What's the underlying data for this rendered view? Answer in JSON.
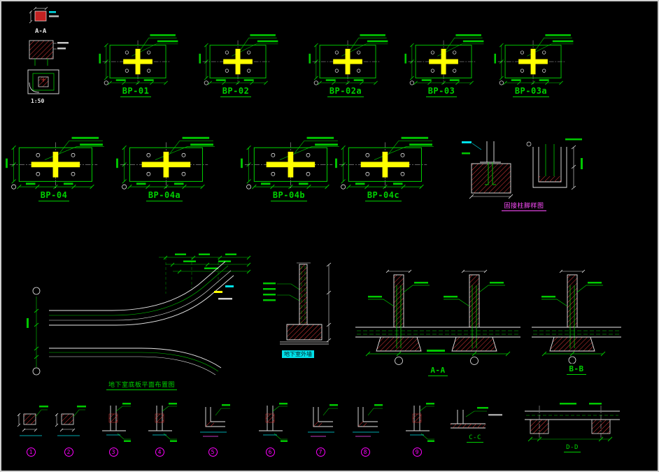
{
  "colors": {
    "background": "#000000",
    "line_green": "#00c800",
    "line_white": "#e8e8e8",
    "steel_yellow": "#ffff00",
    "hatch_red": "#e23a3a",
    "highlight_cyan": "#00e0e8",
    "annotation_magenta": "#ff4dff"
  },
  "legend": {
    "section_label": "A-A",
    "scale_label": "1:50"
  },
  "base_plates_row1": [
    {
      "label": "BP-01"
    },
    {
      "label": "BP-02"
    },
    {
      "label": "BP-02a"
    },
    {
      "label": "BP-03"
    },
    {
      "label": "BP-03a"
    }
  ],
  "base_plates_row2": [
    {
      "label": "BP-04"
    },
    {
      "label": "BP-04a"
    },
    {
      "label": "BP-04b"
    },
    {
      "label": "BP-04c"
    }
  ],
  "anchor_detail": {
    "label": "固接柱脚样图"
  },
  "basement_plan": {
    "label": "地下室底板平面布置图"
  },
  "wall_detail": {
    "label": "地下室外墙"
  },
  "sections": {
    "aa": "A-A",
    "bb": "B-B",
    "cc": "C-C",
    "dd": "D-D"
  },
  "bottom_details": [
    {
      "bubble": "1"
    },
    {
      "bubble": "2"
    },
    {
      "bubble": "3"
    },
    {
      "bubble": "4"
    },
    {
      "bubble": "5"
    },
    {
      "bubble": "6"
    },
    {
      "bubble": "7"
    },
    {
      "bubble": "8"
    },
    {
      "bubble": "9"
    }
  ]
}
